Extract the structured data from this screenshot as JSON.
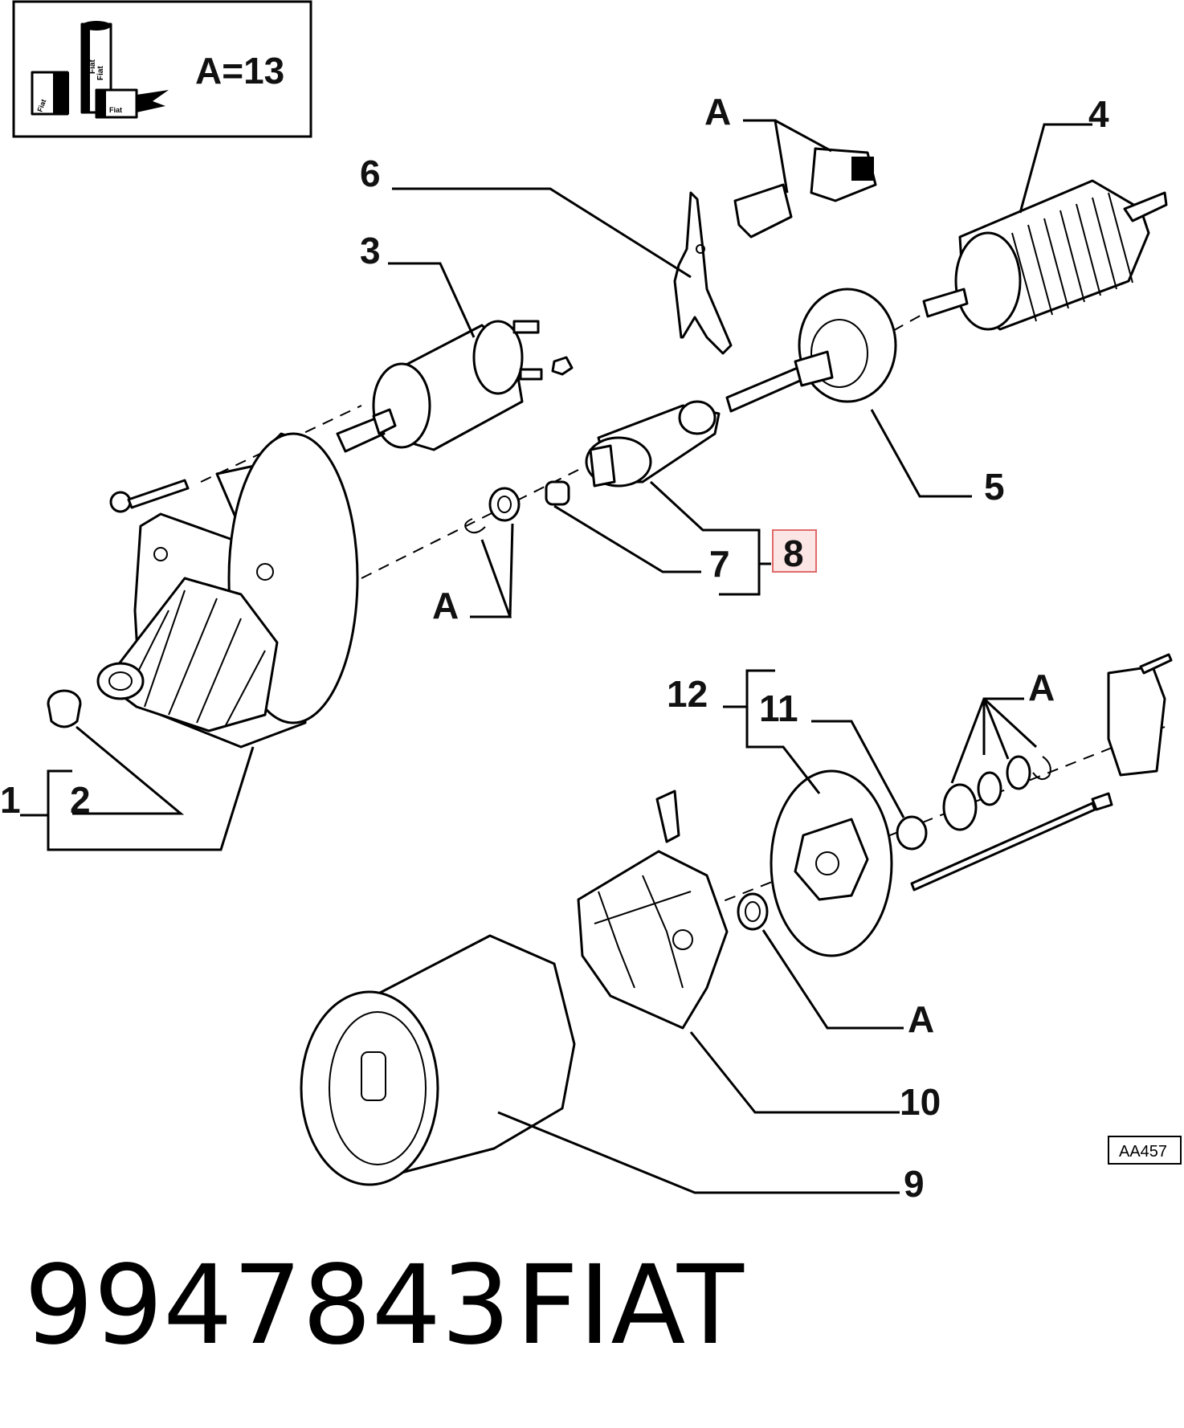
{
  "legend": {
    "text": "A=13",
    "box_labels": [
      "Fiat",
      "Fiat",
      "Fiat",
      "Fiat"
    ]
  },
  "callouts": {
    "a_top": "A",
    "a_mid": "A",
    "a_right": "A",
    "a_bottom": "A",
    "n1": "1",
    "n2": "2",
    "n3": "3",
    "n4": "4",
    "n5": "5",
    "n6": "6",
    "n7": "7",
    "n8": "8",
    "n9": "9",
    "n10": "10",
    "n11": "11",
    "n12": "12"
  },
  "highlight": {
    "label": "8",
    "color": "#e06a6a"
  },
  "drawing_code": "AA457",
  "footer": {
    "part_number": "9947843",
    "brand": "FIAT"
  }
}
